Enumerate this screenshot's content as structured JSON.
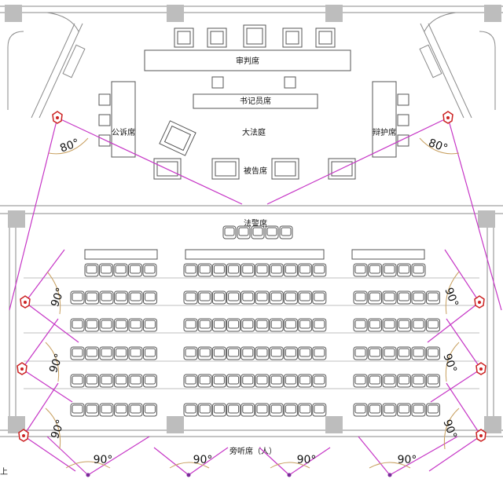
{
  "labels": {
    "judges": "审判席",
    "clerk": "书记员席",
    "prosecution": "公诉席",
    "defense": "辩护席",
    "court": "大法庭",
    "defendant": "被告席",
    "bailiff": "法警席",
    "gallery": "旁听席（人）",
    "edge_char": "上"
  },
  "angles": {
    "upper_left": "80°",
    "upper_right": "80°",
    "left_1": "90°",
    "left_2": "90°",
    "left_3": "90°",
    "right_1": "90°",
    "right_2": "90°",
    "right_3": "90°",
    "bottom_1": "90°",
    "bottom_2": "90°",
    "bottom_3": "90°",
    "bottom_4": "90°"
  },
  "colors": {
    "camera_line": "#c636c6",
    "camera_icon": "#cc2222",
    "arc": "#c8a060"
  }
}
